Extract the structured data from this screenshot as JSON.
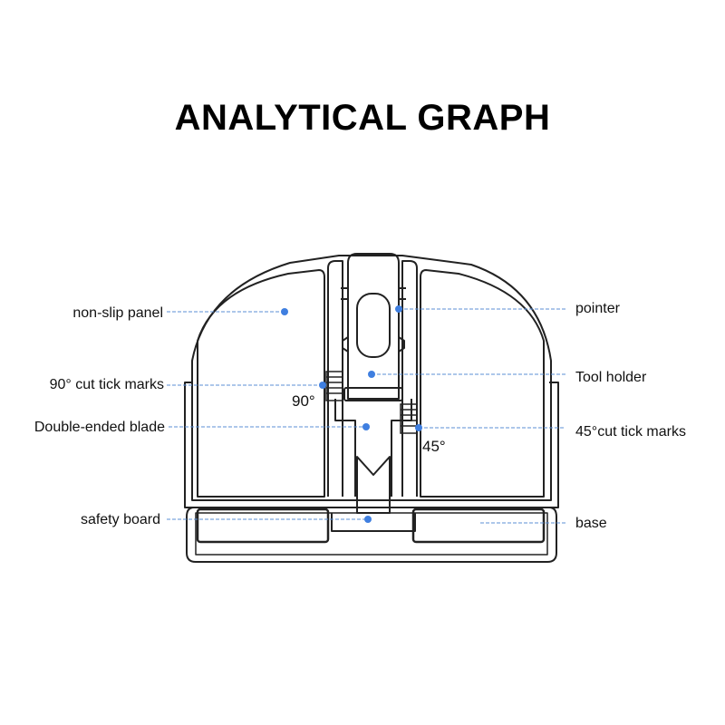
{
  "title": "ANALYTICAL GRAPH",
  "angle_labels": {
    "ninety": "90°",
    "fortyfive": "45°"
  },
  "callouts": {
    "non_slip_panel": "non-slip panel",
    "cut_90_tick_marks": "90° cut tick marks",
    "double_ended_blade": "Double-ended blade",
    "safety_board": "safety board",
    "pointer": "pointer",
    "tool_holder": "Tool holder",
    "cut_45_tick_marks": "45°cut tick marks",
    "base": "base"
  },
  "colors": {
    "outline": "#222222",
    "leader_line": "#5b8fd6",
    "dot": "#3f7fe0",
    "text": "#111111"
  }
}
